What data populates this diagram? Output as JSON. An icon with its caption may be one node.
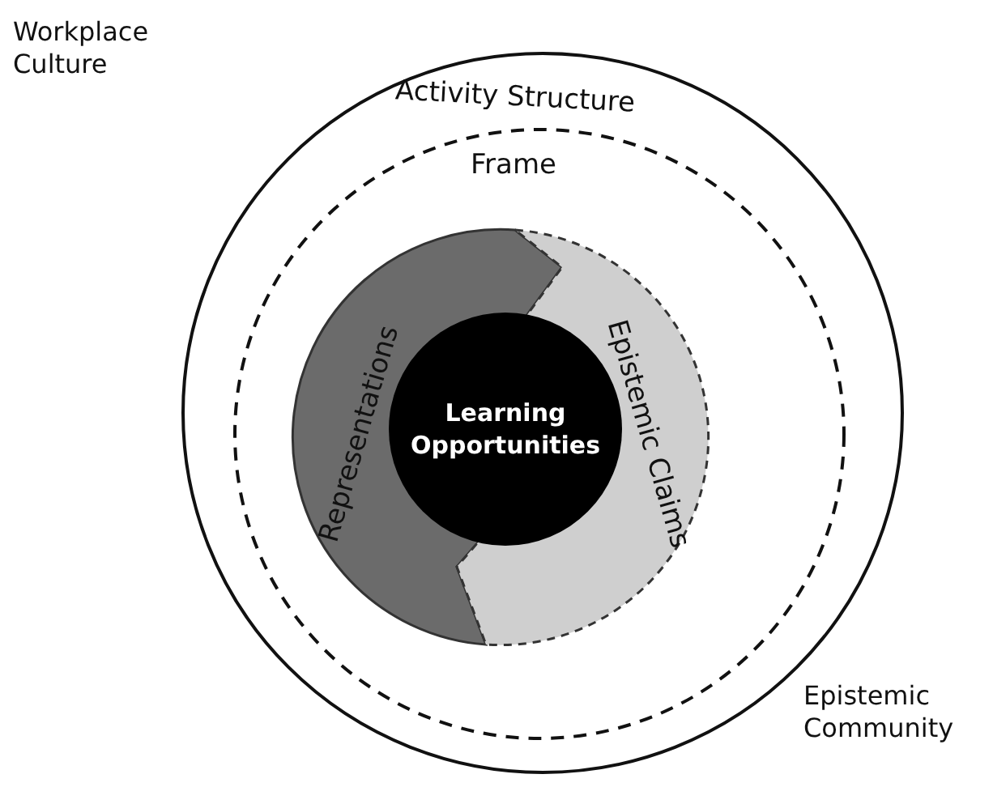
{
  "diagram": {
    "nodes": [
      {
        "text": [
          "Activity Structure"
        ]
      },
      {
        "text": [
          "Frame"
        ],
        "in": 0
      },
      {
        "text": [
          "Representations"
        ],
        "in": 1
      },
      {
        "text": [
          "Epistemic Claims"
        ],
        "in": 1
      },
      {
        "text": [
          "Learning Opportunities"
        ],
        "in": 1
      }
    ],
    "labels": [
      "Workplace Culture",
      "Epistemic Community"
    ]
  }
}
